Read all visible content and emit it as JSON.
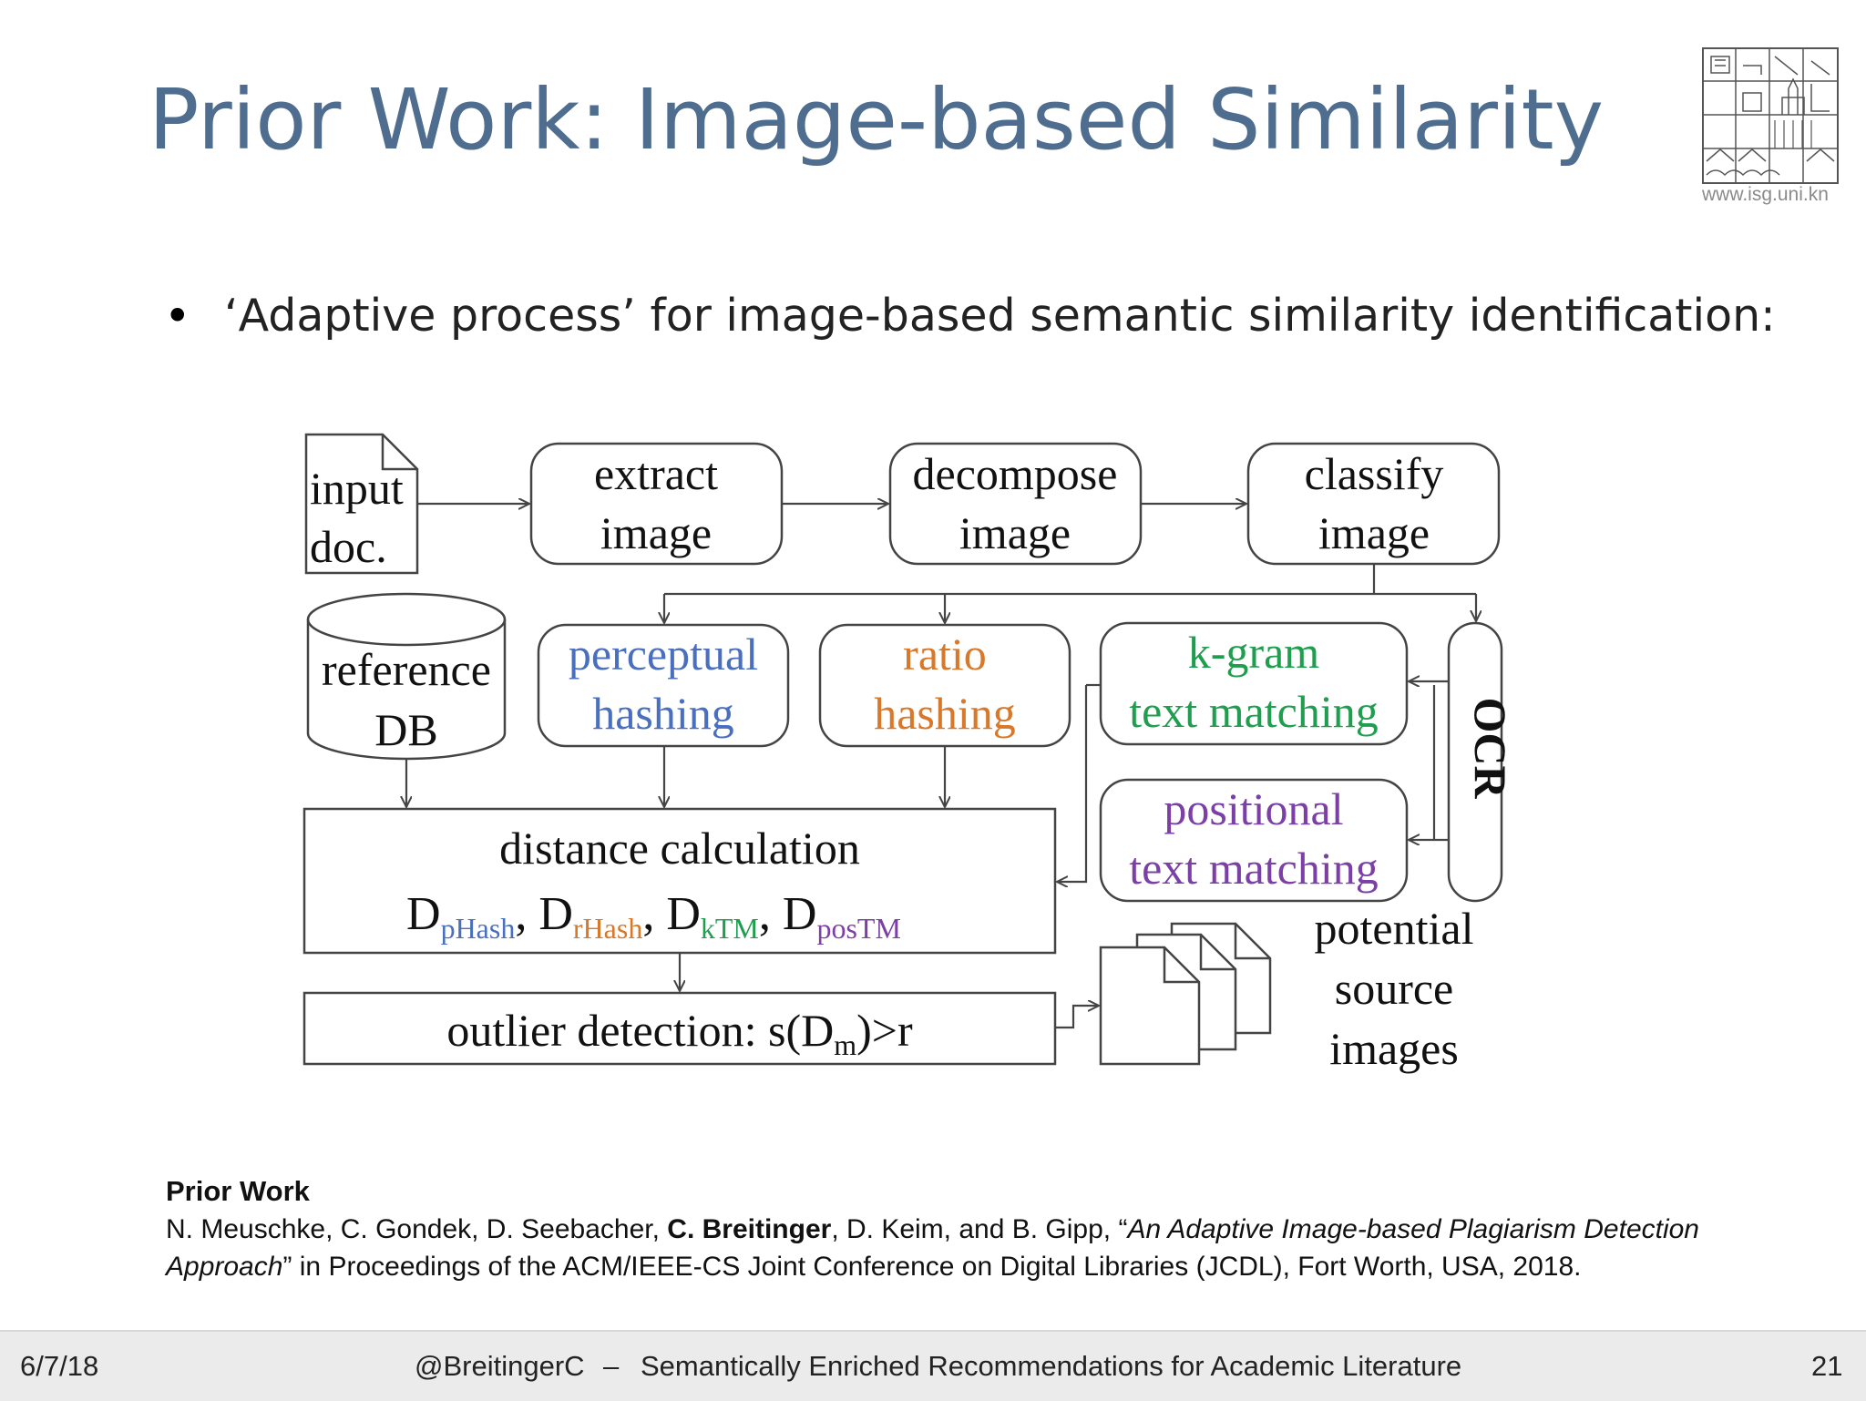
{
  "slide": {
    "title": "Prior Work: Image-based Similarity",
    "logo_url_text": "www.isg.uni.kn",
    "bullet_symbol": "•",
    "bullet": "‘Adaptive process’ for image-based semantic similarity identification:"
  },
  "diagram": {
    "input_doc": [
      "input",
      "doc."
    ],
    "extract": [
      "extract",
      "image"
    ],
    "decompose": [
      "decompose",
      "image"
    ],
    "classify": [
      "classify",
      "image"
    ],
    "reference_db": [
      "reference",
      "DB"
    ],
    "perceptual": [
      "perceptual",
      "hashing"
    ],
    "ratio": [
      "ratio",
      "hashing"
    ],
    "kgram": [
      "k-gram",
      "text matching"
    ],
    "positional": [
      "positional",
      "text matching"
    ],
    "ocr": "OCR",
    "distance_title": "distance calculation",
    "distance_terms": [
      {
        "base": "D",
        "sub": "pHash",
        "sep": ", "
      },
      {
        "base": "D",
        "sub": "rHash",
        "sep": ", "
      },
      {
        "base": "D",
        "sub": "kTM",
        "sep": ", "
      },
      {
        "base": "D",
        "sub": "posTM",
        "sep": ""
      }
    ],
    "outlier_prefix": "outlier detection: s(D",
    "outlier_sub": "m",
    "outlier_suffix": ")>r",
    "potential": [
      "potential",
      "source",
      "images"
    ],
    "colors": {
      "perceptual": "#4a6fbf",
      "ratio": "#d8782a",
      "kgram": "#1f9e4f",
      "positional": "#7b3fa6",
      "stroke": "#444444"
    }
  },
  "reference": {
    "heading": "Prior Work",
    "line1_pre": "N. Meuschke, C. Gondek, D. Seebacher, ",
    "line1_bold": "C. Breitinger",
    "line1_mid": ", D. Keim, and B. Gipp, “",
    "line1_italic": "An Adaptive Image-based Plagiarism Detection",
    "line2_italic": "Approach",
    "line2_rest": "” in Proceedings of the ACM/IEEE-CS Joint Conference on Digital Libraries (JCDL), Fort Worth, USA, 2018."
  },
  "footer": {
    "date": "6/7/18",
    "handle": "@BreitingerC",
    "dash": "–",
    "talk_title": "Semantically Enriched Recommendations for Academic Literature",
    "page_number": "21"
  }
}
